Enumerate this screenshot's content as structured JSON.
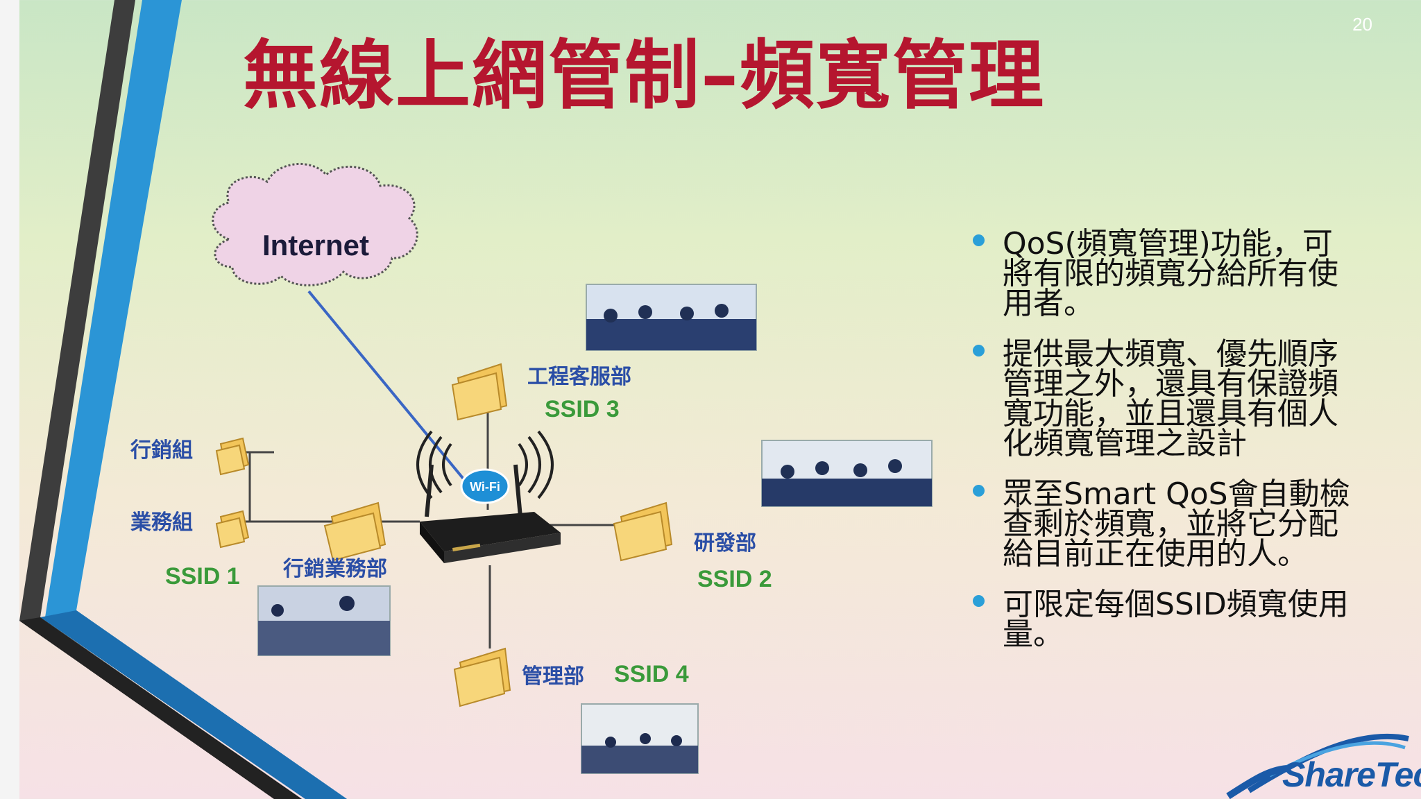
{
  "slide": {
    "title": "無線上網管制–頻寬管理",
    "page_number": "20",
    "accent_title_color": "#b5162f",
    "accent_blue": "#2a9fd8"
  },
  "diagram": {
    "internet_label": "Internet",
    "wifi_label": "Wi-Fi",
    "groups": {
      "marketing_team": "行銷組",
      "business_team": "業務組",
      "marketing_business_dept": "行銷業務部",
      "engineering_service_dept": "工程客服部",
      "rnd_dept": "研發部",
      "management_dept": "管理部"
    },
    "ssids": {
      "ssid1": "SSID 1",
      "ssid2": "SSID 2",
      "ssid3": "SSID 3",
      "ssid4": "SSID 4"
    }
  },
  "bullets": [
    "QoS(頻寬管理)功能，可將有限的頻寬分給所有使用者。",
    "提供最大頻寬、優先順序管理之外，還具有保證頻寬功能，並且還具有個人化頻寬管理之設計",
    "眾至Smart QoS會自動檢查剩於頻寬，並將它分配給目前正在使用的人。",
    "可限定每個SSID頻寬使用量。"
  ],
  "bullet_lines": [
    [
      "QoS(頻寬管理)功能，可",
      "將有限的頻寬分給所有使",
      "用者。"
    ],
    [
      "提供最大頻寬、優先順序",
      "管理之外，還具有保證頻",
      "寬功能，並且還具有個人",
      "化頻寬管理之設計"
    ],
    [
      "眾至Smart QoS會自動檢",
      "查剩於頻寬，並將它分配",
      "給目前正在使用的人。"
    ],
    [
      "可限定每個SSID頻寬使用",
      "量。"
    ]
  ],
  "logo": {
    "text": "ShareTech"
  }
}
